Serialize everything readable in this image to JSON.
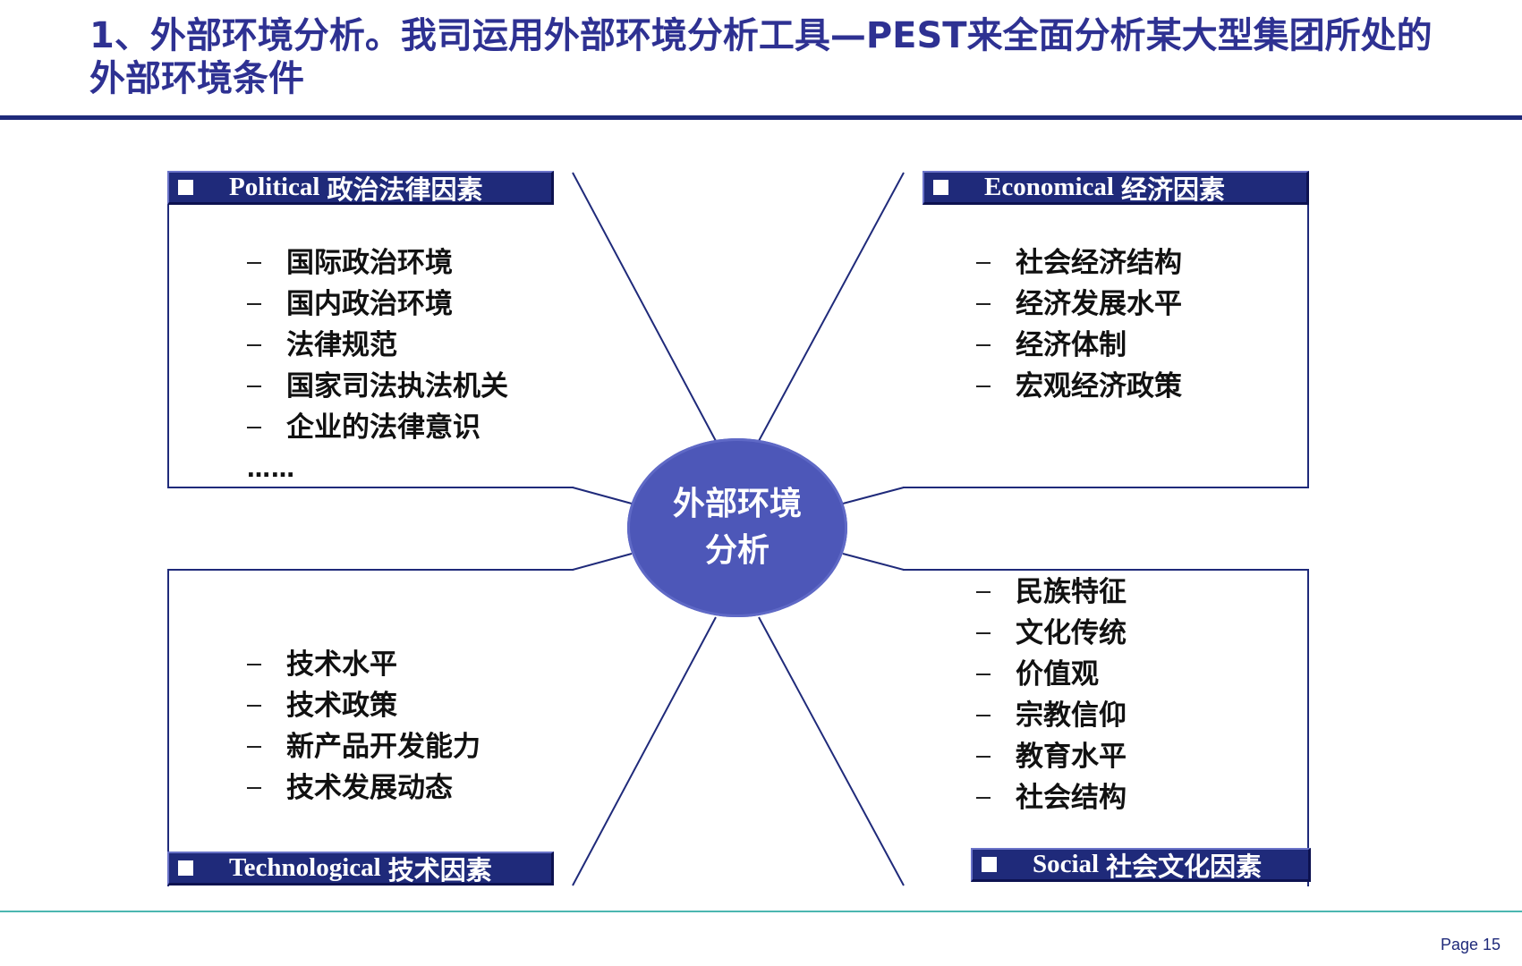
{
  "title": {
    "line1": "1、外部环境分析。我司运用外部环境分析工具—PEST来全面分析某大型集团所处的",
    "line2": "外部环境条件"
  },
  "hub": {
    "line1": "外部环境",
    "line2": "分析"
  },
  "quadrants": {
    "political": {
      "label_en": "Political",
      "label_zh": "政治法律因素",
      "items": [
        "国际政治环境",
        "国内政治环境",
        "法律规范",
        "国家司法执法机关",
        "企业的法律意识"
      ],
      "more": "……"
    },
    "economical": {
      "label_en": "Economical",
      "label_zh": "经济因素",
      "items": [
        "社会经济结构",
        "经济发展水平",
        "经济体制",
        "宏观经济政策"
      ]
    },
    "technological": {
      "label_en": "Technological",
      "label_zh": "技术因素",
      "items": [
        "技术水平",
        "技术政策",
        "新产品开发能力",
        "技术发展动态"
      ]
    },
    "social": {
      "label_en": "Social",
      "label_zh": "社会文化因素",
      "items": [
        "民族特征",
        "文化传统",
        "价值观",
        "宗教信仰",
        "教育水平",
        "社会结构"
      ]
    }
  },
  "footer": {
    "page": "Page 15"
  },
  "colors": {
    "title": "#2e3192",
    "navy": "#1f2a7a",
    "hub": "#4d57b8",
    "footer_rule": "#4bb6b0"
  }
}
